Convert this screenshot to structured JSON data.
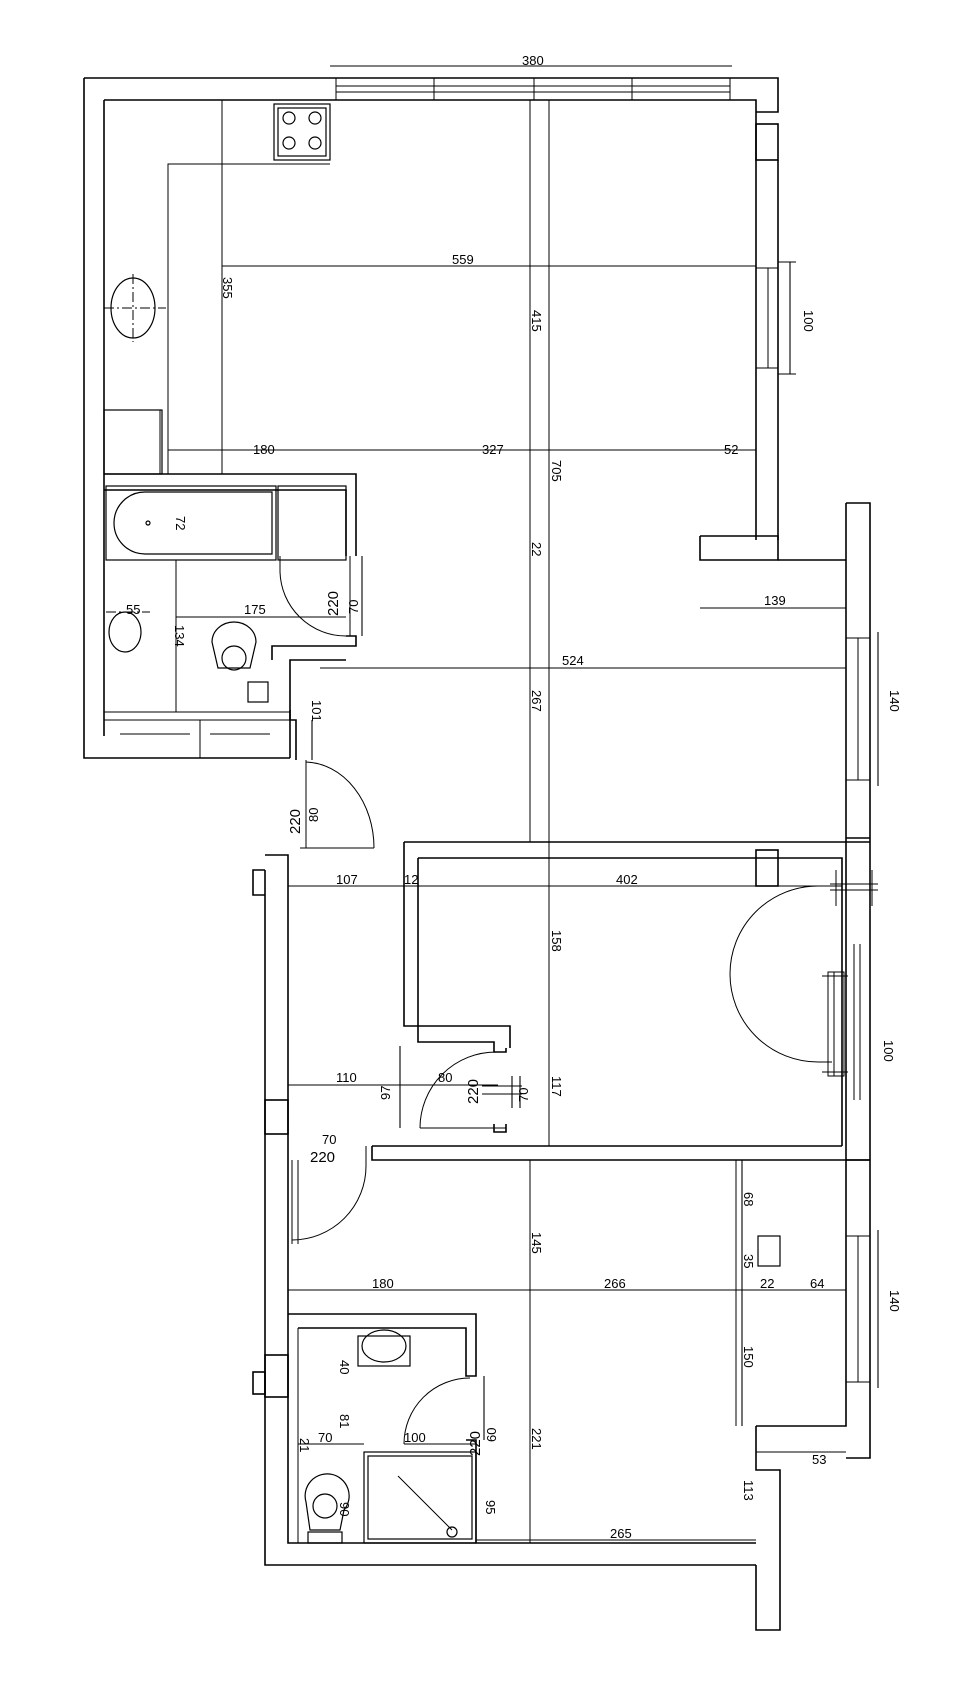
{
  "dimensions": [
    {
      "id": "d380",
      "text": "380"
    },
    {
      "id": "d559",
      "text": "559"
    },
    {
      "id": "d355",
      "text": "355"
    },
    {
      "id": "d415",
      "text": "415"
    },
    {
      "id": "d100a",
      "text": "100"
    },
    {
      "id": "d180a",
      "text": "180"
    },
    {
      "id": "d327",
      "text": "327"
    },
    {
      "id": "d52",
      "text": "52"
    },
    {
      "id": "d705",
      "text": "705"
    },
    {
      "id": "d72",
      "text": "72"
    },
    {
      "id": "d22a",
      "text": "22"
    },
    {
      "id": "d220a",
      "text": "220"
    },
    {
      "id": "d70a",
      "text": "70"
    },
    {
      "id": "d139",
      "text": "139"
    },
    {
      "id": "d55",
      "text": "55"
    },
    {
      "id": "d175",
      "text": "175"
    },
    {
      "id": "d134",
      "text": "134"
    },
    {
      "id": "d524",
      "text": "524"
    },
    {
      "id": "d101",
      "text": "101"
    },
    {
      "id": "d267",
      "text": "267"
    },
    {
      "id": "d140a",
      "text": "140"
    },
    {
      "id": "d220b",
      "text": "220"
    },
    {
      "id": "d80a",
      "text": "80"
    },
    {
      "id": "d107",
      "text": "107"
    },
    {
      "id": "d12",
      "text": "12"
    },
    {
      "id": "d402",
      "text": "402"
    },
    {
      "id": "d158",
      "text": "158"
    },
    {
      "id": "d100b",
      "text": "100"
    },
    {
      "id": "d110",
      "text": "110"
    },
    {
      "id": "d80b",
      "text": "80"
    },
    {
      "id": "d97",
      "text": "97"
    },
    {
      "id": "d220c",
      "text": "220"
    },
    {
      "id": "d70b",
      "text": "70"
    },
    {
      "id": "d117",
      "text": "117"
    },
    {
      "id": "d70c",
      "text": "70"
    },
    {
      "id": "d220d",
      "text": "220"
    },
    {
      "id": "d68",
      "text": "68"
    },
    {
      "id": "d145",
      "text": "145"
    },
    {
      "id": "d35",
      "text": "35"
    },
    {
      "id": "d180b",
      "text": "180"
    },
    {
      "id": "d266",
      "text": "266"
    },
    {
      "id": "d22b",
      "text": "22"
    },
    {
      "id": "d64",
      "text": "64"
    },
    {
      "id": "d140b",
      "text": "140"
    },
    {
      "id": "d40",
      "text": "40"
    },
    {
      "id": "d150",
      "text": "150"
    },
    {
      "id": "d81",
      "text": "81"
    },
    {
      "id": "d220e",
      "text": "220"
    },
    {
      "id": "d60",
      "text": "60"
    },
    {
      "id": "d21",
      "text": "21"
    },
    {
      "id": "d70d",
      "text": "70"
    },
    {
      "id": "d100c",
      "text": "100"
    },
    {
      "id": "d221",
      "text": "221"
    },
    {
      "id": "d53",
      "text": "53"
    },
    {
      "id": "d90",
      "text": "90"
    },
    {
      "id": "d95",
      "text": "95"
    },
    {
      "id": "d113",
      "text": "113"
    },
    {
      "id": "d265",
      "text": "265"
    }
  ]
}
